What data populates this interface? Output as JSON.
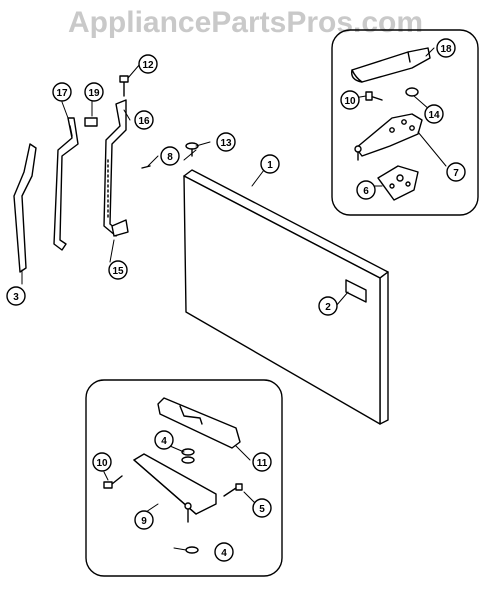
{
  "watermark": "AppliancePartsPros.com",
  "callouts": [
    {
      "id": "c1",
      "label": "1"
    },
    {
      "id": "c2",
      "label": "2"
    },
    {
      "id": "c3",
      "label": "3"
    },
    {
      "id": "c4a",
      "label": "4"
    },
    {
      "id": "c4b",
      "label": "4"
    },
    {
      "id": "c5",
      "label": "5"
    },
    {
      "id": "c6",
      "label": "6"
    },
    {
      "id": "c7",
      "label": "7"
    },
    {
      "id": "c8",
      "label": "8"
    },
    {
      "id": "c9",
      "label": "9"
    },
    {
      "id": "c10a",
      "label": "10"
    },
    {
      "id": "c10b",
      "label": "10"
    },
    {
      "id": "c11",
      "label": "11"
    },
    {
      "id": "c12",
      "label": "12"
    },
    {
      "id": "c13",
      "label": "13"
    },
    {
      "id": "c14",
      "label": "14"
    },
    {
      "id": "c15",
      "label": "15"
    },
    {
      "id": "c16",
      "label": "16"
    },
    {
      "id": "c17",
      "label": "17"
    },
    {
      "id": "c18",
      "label": "18"
    },
    {
      "id": "c19",
      "label": "19"
    }
  ]
}
